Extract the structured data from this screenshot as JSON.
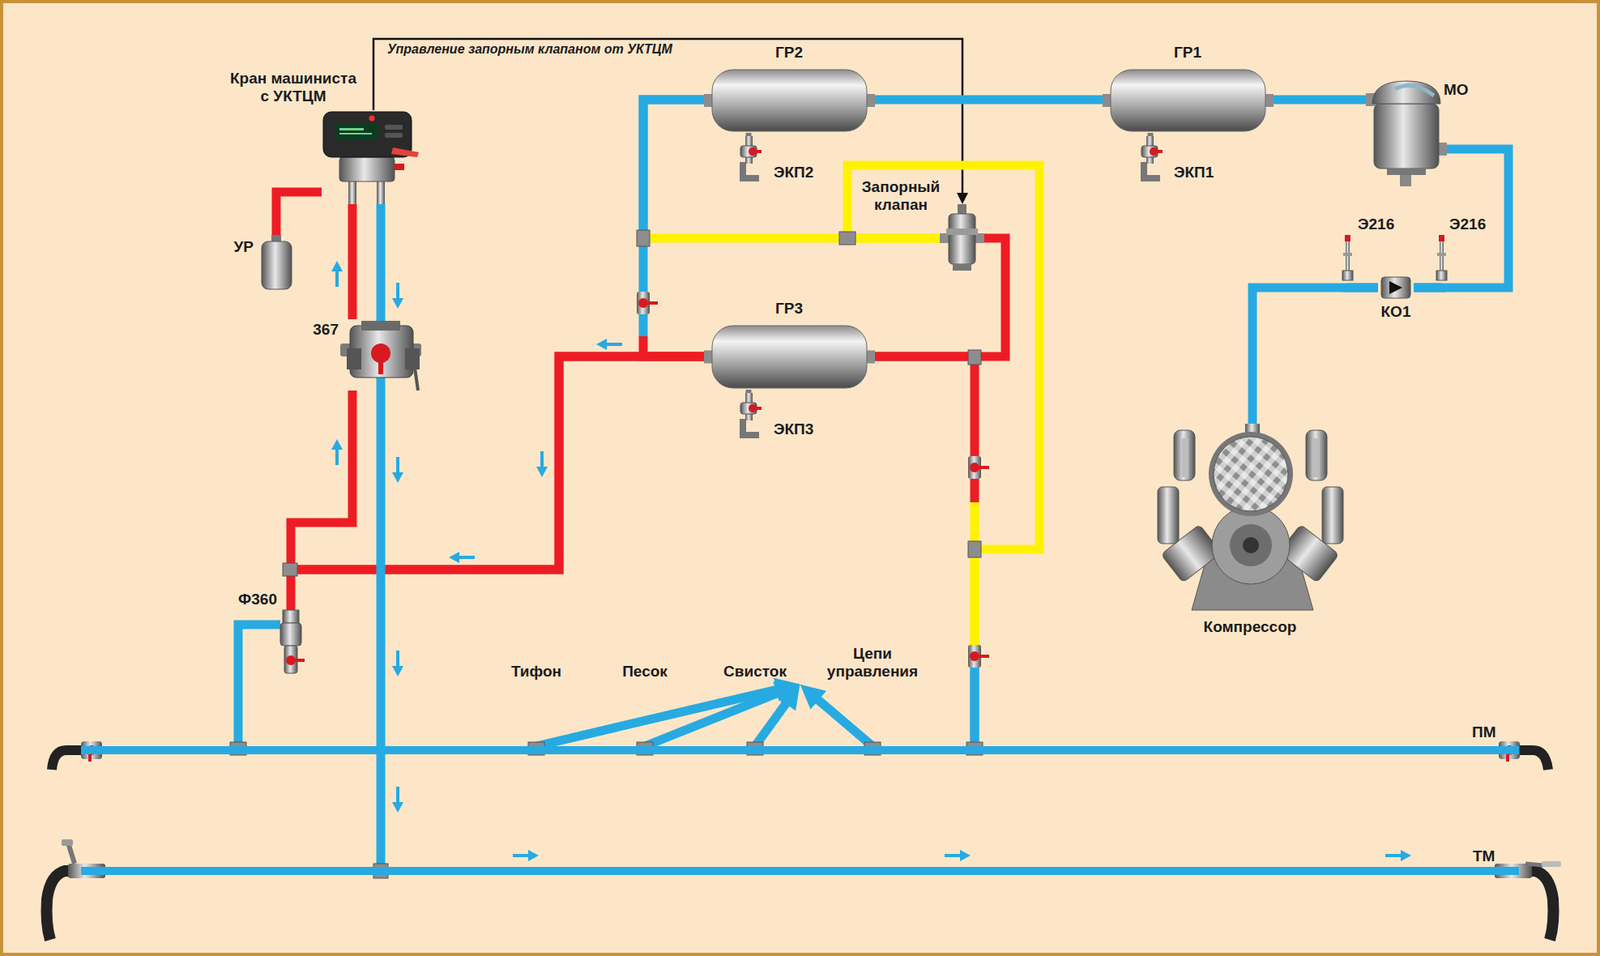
{
  "diagram": {
    "nodes": [
      {
        "text": [
          "Кран машиниста с УКТЦМ"
        ]
      },
      {
        "text": [
          "ГР2"
        ]
      },
      {
        "text": [
          "ГР1"
        ]
      },
      {
        "text": [
          "МО"
        ]
      },
      {
        "text": [
          "УР"
        ]
      },
      {
        "text": [
          "Запорный клапан"
        ]
      },
      {
        "text": [
          "ЭКП2"
        ]
      },
      {
        "text": [
          "ЭКП1"
        ]
      },
      {
        "text": [
          "Э216"
        ]
      },
      {
        "text": [
          "Э216"
        ]
      },
      {
        "text": [
          "КО1"
        ]
      },
      {
        "text": [
          "ГР3"
        ]
      },
      {
        "text": [
          "367"
        ]
      },
      {
        "text": [
          "ЭКП3"
        ]
      },
      {
        "text": [
          "Компрессор"
        ]
      },
      {
        "text": [
          "Ф360"
        ]
      },
      {
        "text": [
          "Тифон"
        ]
      },
      {
        "text": [
          "Песок"
        ]
      },
      {
        "text": [
          "Свисток"
        ]
      },
      {
        "text": [
          "Цепи управления"
        ]
      },
      {
        "text": [
          "ПМ"
        ]
      },
      {
        "text": [
          "ТМ"
        ]
      }
    ],
    "edges": [
      {
        "from": 0,
        "to": 5,
        "arrow": "to",
        "label": "Управление запорным клапаном от УКТЦМ"
      },
      {
        "from": 14,
        "to": 10,
        "arrow": "none"
      },
      {
        "from": 10,
        "to": 3,
        "arrow": "none"
      },
      {
        "from": 3,
        "to": 2,
        "arrow": "none"
      },
      {
        "from": 2,
        "to": 1,
        "arrow": "none"
      },
      {
        "from": 2,
        "to": 7,
        "arrow": "none"
      },
      {
        "from": 1,
        "to": 6,
        "arrow": "none"
      },
      {
        "from": 11,
        "to": 13,
        "arrow": "none"
      },
      {
        "from": 8,
        "to": 10,
        "arrow": "none"
      },
      {
        "from": 9,
        "to": 10,
        "arrow": "none"
      },
      {
        "from": 1,
        "to": 5,
        "arrow": "none"
      },
      {
        "from": 1,
        "to": 11,
        "arrow": "none"
      },
      {
        "from": 5,
        "to": 11,
        "arrow": "none"
      },
      {
        "from": 11,
        "to": 20,
        "arrow": "none"
      },
      {
        "from": 5,
        "to": 20,
        "arrow": "none"
      },
      {
        "from": 11,
        "to": 12,
        "arrow": "none"
      },
      {
        "from": 11,
        "to": 15,
        "arrow": "none"
      },
      {
        "from": 12,
        "to": 0,
        "arrow": "none"
      },
      {
        "from": 0,
        "to": 4,
        "arrow": "none"
      },
      {
        "from": 0,
        "to": 21,
        "arrow": "none"
      },
      {
        "from": 15,
        "to": 20,
        "arrow": "none"
      },
      {
        "from": 20,
        "to": 16,
        "arrow": "to"
      },
      {
        "from": 20,
        "to": 17,
        "arrow": "to"
      },
      {
        "from": 20,
        "to": 18,
        "arrow": "to"
      },
      {
        "from": 20,
        "to": 19,
        "arrow": "to"
      }
    ]
  }
}
